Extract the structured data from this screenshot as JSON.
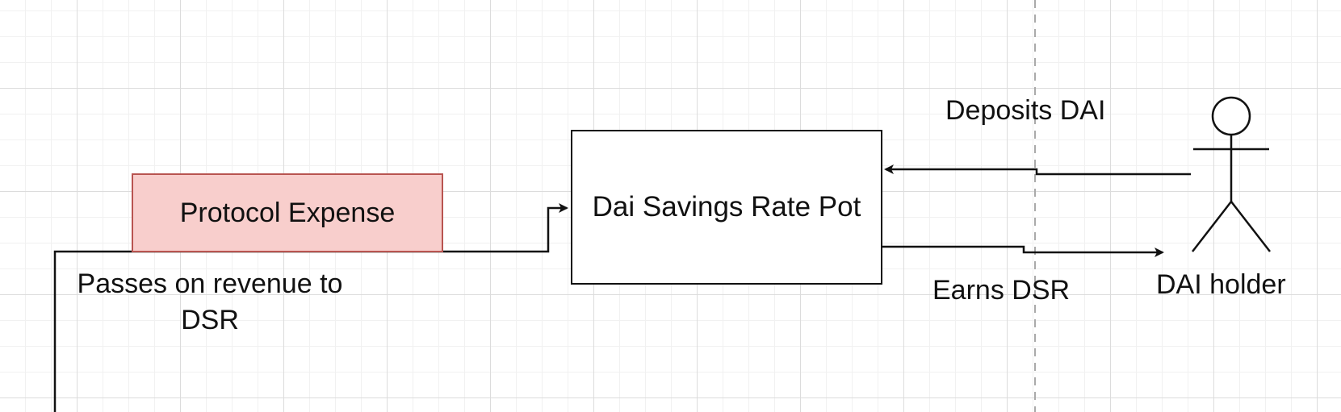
{
  "diagram": {
    "nodes": {
      "protocol_expense": {
        "label": "Protocol Expense",
        "fill": "#f8cecc",
        "stroke": "#b85450"
      },
      "dsr_pot": {
        "label": "Dai Savings Rate Pot",
        "fill": "#ffffff",
        "stroke": "#111111"
      },
      "dai_holder": {
        "label": "DAI holder",
        "shape": "actor-stick-figure-icon"
      }
    },
    "edges": {
      "passes_revenue": {
        "label": "Passes on revenue to DSR",
        "from": "Protocol Expense",
        "to": "Dai Savings Rate Pot"
      },
      "deposits": {
        "label": "Deposits DAI",
        "from": "DAI holder",
        "to": "Dai Savings Rate Pot"
      },
      "earns": {
        "label": "Earns DSR",
        "from": "Dai Savings Rate Pot",
        "to": "DAI holder"
      }
    }
  },
  "colors": {
    "grid_major": "#dcdcdc",
    "grid_minor": "#f1f1f1",
    "line": "#111111",
    "divider": "#aaaaaa"
  }
}
